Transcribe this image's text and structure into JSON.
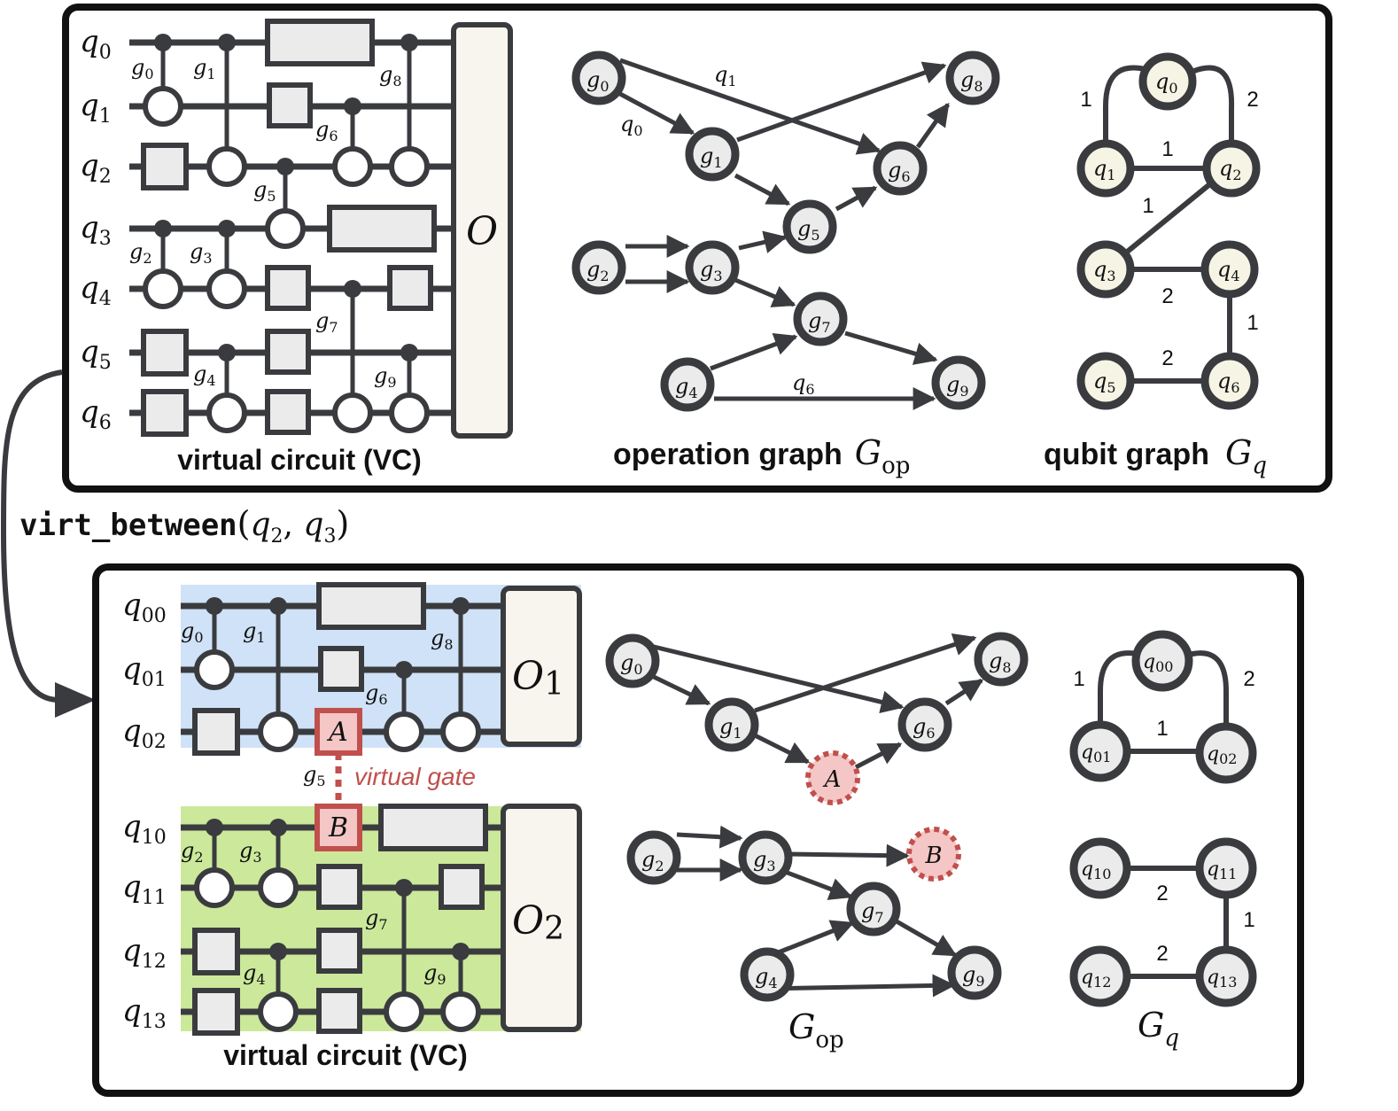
{
  "colors": {
    "ink": "#3a3b3e",
    "frame": "#111111",
    "gate_fill": "#ebebeb",
    "qubit_node_fill": "#f6f4e4",
    "observable_fill": "#f7f5ee",
    "partition1_bg": "#cfe2f7",
    "partition2_bg": "#cbe89b",
    "virtual_gate": "#c0504d",
    "virtual_gate_fill": "#f5c6c6"
  },
  "top": {
    "qubits": [
      {
        "base": "q",
        "sub": "0"
      },
      {
        "base": "q",
        "sub": "1"
      },
      {
        "base": "q",
        "sub": "2"
      },
      {
        "base": "q",
        "sub": "3"
      },
      {
        "base": "q",
        "sub": "4"
      },
      {
        "base": "q",
        "sub": "5"
      },
      {
        "base": "q",
        "sub": "6"
      }
    ],
    "gate_labels": [
      {
        "base": "g",
        "sub": "0"
      },
      {
        "base": "g",
        "sub": "1"
      },
      {
        "base": "g",
        "sub": "8"
      },
      {
        "base": "g",
        "sub": "6"
      },
      {
        "base": "g",
        "sub": "5"
      },
      {
        "base": "g",
        "sub": "2"
      },
      {
        "base": "g",
        "sub": "3"
      },
      {
        "base": "g",
        "sub": "7"
      },
      {
        "base": "g",
        "sub": "4"
      },
      {
        "base": "g",
        "sub": "9"
      }
    ],
    "observable": "O",
    "circuit_caption": "virtual circuit (VC)",
    "op_graph_caption": "operation graph",
    "op_graph_symbol": {
      "base": "G",
      "sub": "op"
    },
    "qubit_graph_caption": "qubit graph",
    "qubit_graph_symbol": {
      "base": "G",
      "sub": "q"
    },
    "op_nodes": [
      {
        "base": "g",
        "sub": "0"
      },
      {
        "base": "g",
        "sub": "8"
      },
      {
        "base": "g",
        "sub": "1"
      },
      {
        "base": "g",
        "sub": "6"
      },
      {
        "base": "g",
        "sub": "5"
      },
      {
        "base": "g",
        "sub": "2"
      },
      {
        "base": "g",
        "sub": "3"
      },
      {
        "base": "g",
        "sub": "7"
      },
      {
        "base": "g",
        "sub": "4"
      },
      {
        "base": "g",
        "sub": "9"
      }
    ],
    "op_edge_labels": [
      {
        "base": "q",
        "sub": "1"
      },
      {
        "base": "q",
        "sub": "0"
      },
      {
        "base": "q",
        "sub": "6"
      }
    ],
    "qubit_nodes": [
      {
        "base": "q",
        "sub": "0"
      },
      {
        "base": "q",
        "sub": "1"
      },
      {
        "base": "q",
        "sub": "2"
      },
      {
        "base": "q",
        "sub": "3"
      },
      {
        "base": "q",
        "sub": "4"
      },
      {
        "base": "q",
        "sub": "5"
      },
      {
        "base": "q",
        "sub": "6"
      }
    ],
    "qubit_weights": [
      "1",
      "2",
      "1",
      "1",
      "2",
      "1",
      "2"
    ]
  },
  "operation": {
    "name": "virt_between",
    "args": [
      {
        "base": "q",
        "sub": "2"
      },
      {
        "base": "q",
        "sub": "3"
      }
    ]
  },
  "bottom": {
    "qubits": [
      {
        "base": "q",
        "sub": "00"
      },
      {
        "base": "q",
        "sub": "01"
      },
      {
        "base": "q",
        "sub": "02"
      },
      {
        "base": "q",
        "sub": "10"
      },
      {
        "base": "q",
        "sub": "11"
      },
      {
        "base": "q",
        "sub": "12"
      },
      {
        "base": "q",
        "sub": "13"
      }
    ],
    "gate_labels": [
      {
        "base": "g",
        "sub": "0"
      },
      {
        "base": "g",
        "sub": "1"
      },
      {
        "base": "g",
        "sub": "8"
      },
      {
        "base": "g",
        "sub": "6"
      },
      {
        "base": "g",
        "sub": "5"
      },
      {
        "base": "g",
        "sub": "2"
      },
      {
        "base": "g",
        "sub": "3"
      },
      {
        "base": "g",
        "sub": "7"
      },
      {
        "base": "g",
        "sub": "4"
      },
      {
        "base": "g",
        "sub": "9"
      }
    ],
    "virtual_gate_a": "A",
    "virtual_gate_b": "B",
    "virtual_gate_caption": "virtual gate",
    "observable_1": {
      "base": "O",
      "sub": "1"
    },
    "observable_2": {
      "base": "O",
      "sub": "2"
    },
    "circuit_caption": "virtual circuit (VC)",
    "op_graph_symbol": {
      "base": "G",
      "sub": "op"
    },
    "qubit_graph_symbol": {
      "base": "G",
      "sub": "q"
    },
    "op_nodes": [
      {
        "base": "g",
        "sub": "0"
      },
      {
        "base": "g",
        "sub": "8"
      },
      {
        "base": "g",
        "sub": "1"
      },
      {
        "base": "g",
        "sub": "6"
      },
      {
        "base": "g",
        "sub": "2"
      },
      {
        "base": "g",
        "sub": "3"
      },
      {
        "base": "g",
        "sub": "7"
      },
      {
        "base": "g",
        "sub": "4"
      },
      {
        "base": "g",
        "sub": "9"
      }
    ],
    "op_virtual_nodes": [
      "A",
      "B"
    ],
    "qubit_nodes": [
      {
        "base": "q",
        "sub": "00"
      },
      {
        "base": "q",
        "sub": "01"
      },
      {
        "base": "q",
        "sub": "02"
      },
      {
        "base": "q",
        "sub": "10"
      },
      {
        "base": "q",
        "sub": "11"
      },
      {
        "base": "q",
        "sub": "12"
      },
      {
        "base": "q",
        "sub": "13"
      }
    ],
    "qubit_weights": [
      "1",
      "2",
      "1",
      "2",
      "1",
      "2"
    ]
  }
}
